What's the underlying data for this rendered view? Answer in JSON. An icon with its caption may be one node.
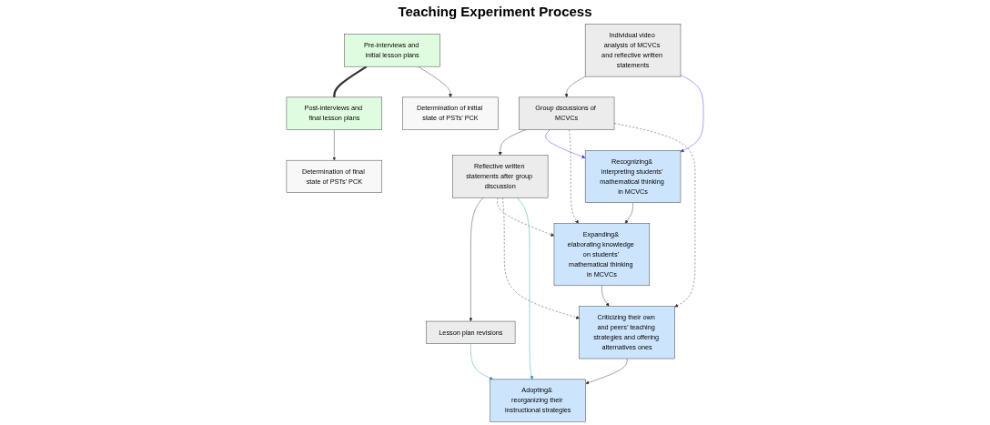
{
  "diagram": {
    "title": "Teaching Experiment Process",
    "nodes": [
      {
        "text": [
          "Pre-interviews and initial lesson plans"
        ]
      },
      {
        "text": [
          "Individual video analysis of MCVCs and reflective written statements"
        ]
      },
      {
        "text": [
          "Group dscussions of MCVCs"
        ]
      },
      {
        "text": [
          "Reflective written statements after group discussion"
        ]
      },
      {
        "text": [
          "Lesson plan revisions"
        ]
      },
      {
        "text": [
          "Post-interviews and final lesson plans"
        ]
      },
      {
        "text": [
          "Determination of initial state of PSTs’ PCK"
        ]
      },
      {
        "text": [
          "Recognizing& interpreting students’ mathematical thinking in MCVCs"
        ]
      },
      {
        "text": [
          "Expanding& elaborating knowledge on students’ mathematical thinking in MCVCs"
        ]
      },
      {
        "text": [
          "Criticizing their own and peers’ teaching strategies and offering alternatives ones"
        ]
      },
      {
        "text": [
          "Adopting& reorganizing their instructional strategies"
        ]
      },
      {
        "text": [
          "Determination of final state of PSTs’ PCK"
        ]
      }
    ],
    "edges": [
      {
        "from": 0,
        "to": 5,
        "arrow": "none",
        "style": "thick"
      },
      {
        "from": 1,
        "to": 2,
        "arrow": "to"
      },
      {
        "from": 2,
        "to": 3,
        "arrow": "to"
      },
      {
        "from": 3,
        "to": 4,
        "arrow": "to"
      },
      {
        "from": 0,
        "to": 6,
        "arrow": "to"
      },
      {
        "from": 5,
        "to": 11,
        "arrow": "to"
      },
      {
        "from": 1,
        "to": 7,
        "arrow": "to",
        "color": "#3333ff"
      },
      {
        "from": 2,
        "to": 7,
        "arrow": "to",
        "color": "#3333ff"
      },
      {
        "from": 2,
        "to": 8,
        "arrow": "to",
        "style": "dashed"
      },
      {
        "from": 3,
        "to": 8,
        "arrow": "to",
        "style": "dashed"
      },
      {
        "from": 2,
        "to": 9,
        "arrow": "to",
        "style": "dashed"
      },
      {
        "from": 3,
        "to": 9,
        "arrow": "to",
        "style": "dashed"
      },
      {
        "from": 3,
        "to": 10,
        "arrow": "to",
        "color": "#22a0a0"
      },
      {
        "from": 4,
        "to": 10,
        "arrow": "to",
        "color": "#22a0a0"
      },
      {
        "from": 7,
        "to": 8,
        "arrow": "to"
      },
      {
        "from": 8,
        "to": 9,
        "arrow": "to"
      },
      {
        "from": 9,
        "to": 10,
        "arrow": "to"
      }
    ]
  }
}
